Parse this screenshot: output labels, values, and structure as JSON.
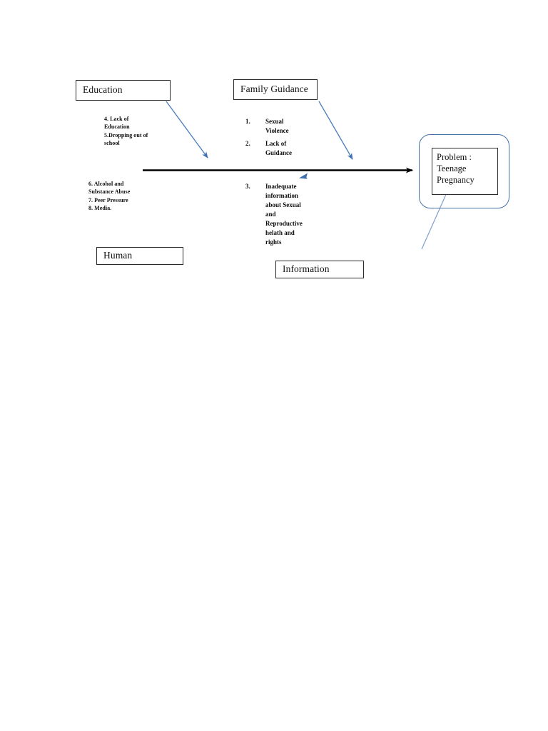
{
  "diagram": {
    "type": "fishbone-cause-and-effect",
    "effect": {
      "label_line1": "Problem :",
      "label_line2": "Teenage",
      "label_line3": "Pregnancy",
      "outline_color": "#4472a8"
    },
    "categories": [
      {
        "name": "education",
        "label": "Education",
        "position": "top-left",
        "causes": [
          "4. Lack of",
          "Education",
          "5.Dropping out of",
          "school"
        ]
      },
      {
        "name": "family-guidance",
        "label": "Family Guidance",
        "position": "top-center",
        "causes": [
          {
            "num": "1.",
            "lines": [
              "Sexual",
              "Violence"
            ]
          },
          {
            "num": "2.",
            "lines": [
              "Lack of",
              "Guidance"
            ]
          }
        ]
      },
      {
        "name": "human",
        "label": "Human",
        "position": "bottom-left",
        "causes": [
          "6. Alcohol and",
          "Substance Abuse",
          "7. Peer Pressure",
          "8. Media."
        ]
      },
      {
        "name": "information",
        "label": "Information",
        "position": "bottom-center",
        "causes": [
          {
            "num": "3.",
            "lines": [
              "Inadequate",
              "information",
              "about Sexual",
              "and",
              "Reproductive",
              "helath and",
              "rights"
            ]
          }
        ]
      }
    ],
    "connectors": {
      "spine_color": "#000000",
      "branch_color": "#4a7ebb"
    }
  }
}
